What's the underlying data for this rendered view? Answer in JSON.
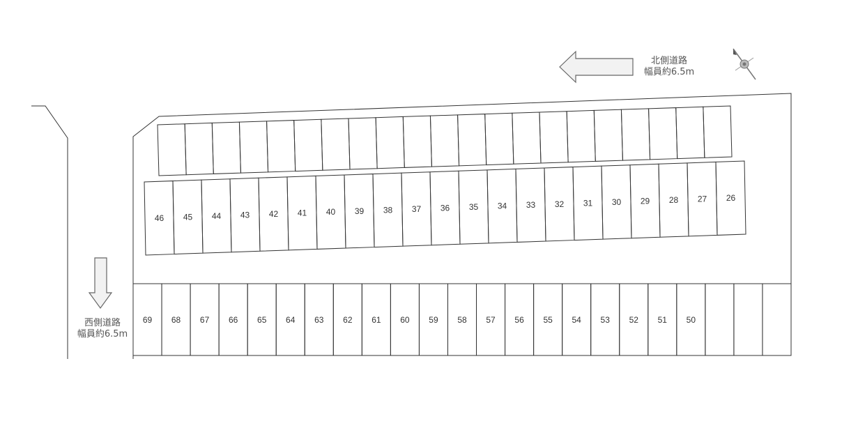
{
  "roads": {
    "north": {
      "line1": "北側道路",
      "line2": "幅員約6.5m"
    },
    "west": {
      "line1": "西側道路",
      "line2": "幅員約6.5m"
    }
  },
  "compass_icon": "compass-north-icon",
  "rows": {
    "top": {
      "count": 21,
      "labels": []
    },
    "middle": {
      "labels": [
        "46",
        "45",
        "44",
        "43",
        "42",
        "41",
        "40",
        "39",
        "38",
        "37",
        "36",
        "35",
        "34",
        "33",
        "32",
        "31",
        "30",
        "29",
        "28",
        "27",
        "26"
      ]
    },
    "bottom": {
      "count": 23,
      "labels": [
        "69",
        "68",
        "67",
        "66",
        "65",
        "64",
        "63",
        "62",
        "61",
        "60",
        "59",
        "58",
        "57",
        "56",
        "55",
        "54",
        "53",
        "52",
        "51",
        "50"
      ]
    }
  },
  "colors": {
    "line": "#333333",
    "arrow_fill": "#f2f2f2",
    "arrow_stroke": "#666666"
  }
}
